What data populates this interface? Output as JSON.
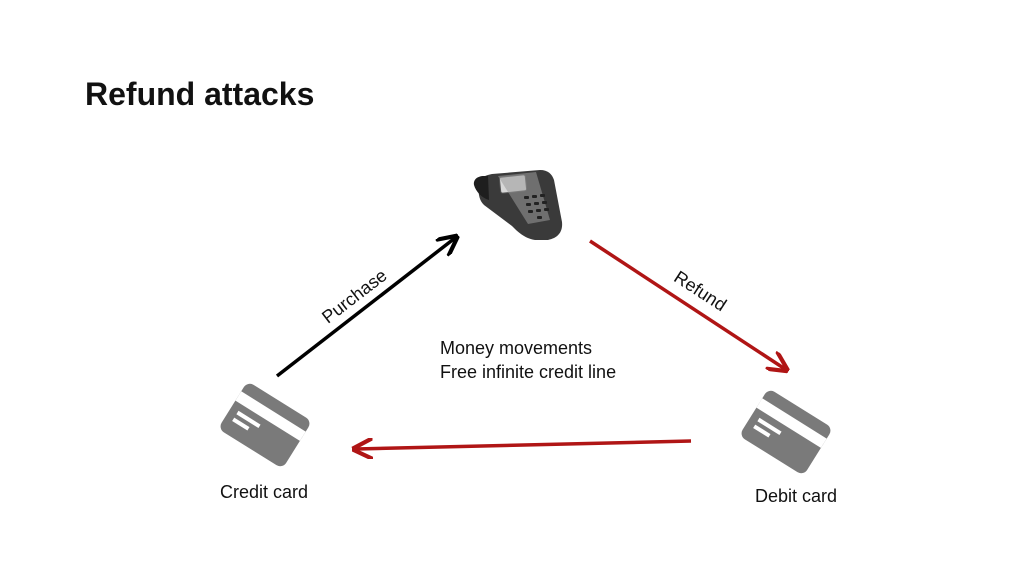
{
  "title": "Refund attacks",
  "nodes": {
    "terminal": {
      "icon": "payment-terminal-icon"
    },
    "credit_card": {
      "icon": "card-icon",
      "label": "Credit card"
    },
    "debit_card": {
      "icon": "card-icon",
      "label": "Debit card"
    }
  },
  "edges": {
    "purchase": {
      "label": "Purchase",
      "color": "#000000"
    },
    "refund": {
      "label": "Refund",
      "color": "#b01515"
    },
    "transfer": {
      "label": "",
      "color": "#b01515"
    }
  },
  "notes": {
    "line1": "Money movements",
    "line2": "Free infinite credit line"
  },
  "colors": {
    "card_gray": "#7a7a7a",
    "dark_arrow": "#000000",
    "red_arrow": "#b01515"
  }
}
